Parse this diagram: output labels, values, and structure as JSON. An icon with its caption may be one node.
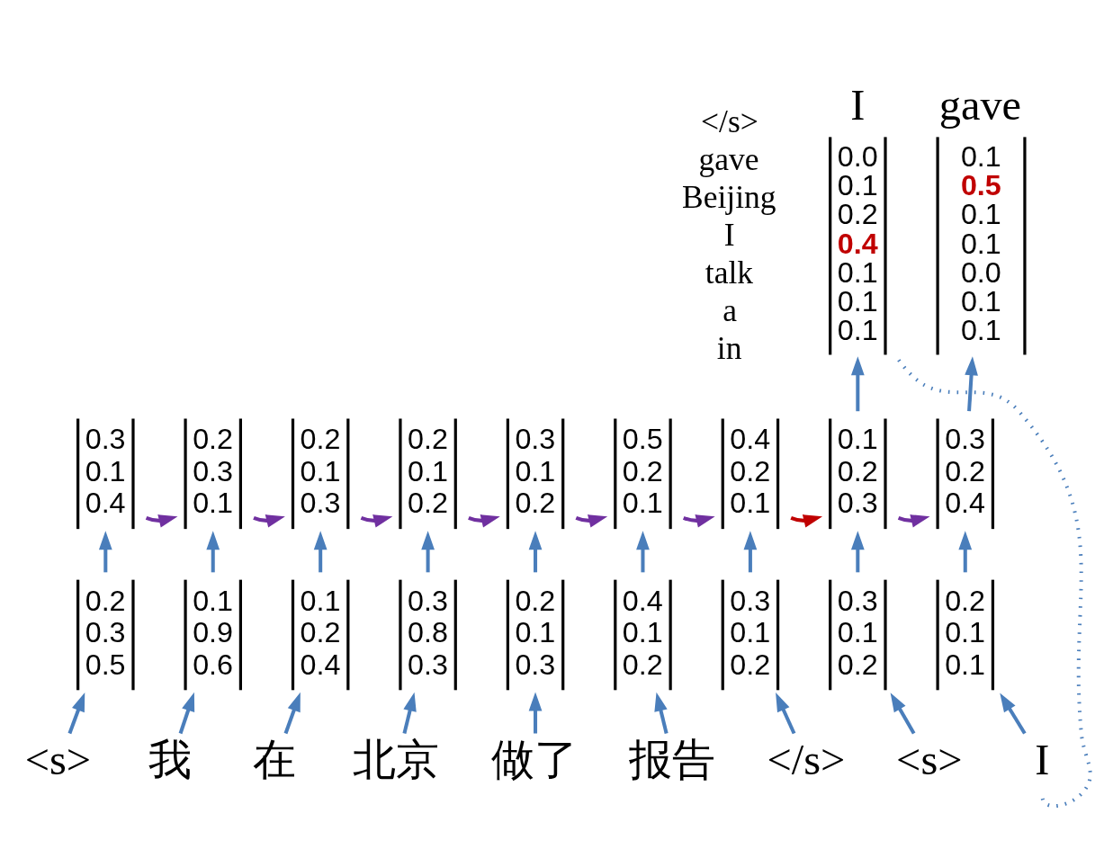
{
  "diagram": {
    "nodes": [
      {
        "text": [
          "<s>"
        ]
      },
      {
        "text": [
          "我"
        ]
      },
      {
        "text": [
          "在"
        ]
      },
      {
        "text": [
          "北京"
        ]
      },
      {
        "text": [
          "做了"
        ]
      },
      {
        "text": [
          "报告"
        ]
      },
      {
        "text": [
          "</s>"
        ]
      },
      {
        "text": [
          "<s>"
        ]
      },
      {
        "text": [
          "I"
        ]
      },
      {
        "text": [
          "0.2",
          "0.3",
          "0.5"
        ]
      },
      {
        "text": [
          "0.1",
          "0.9",
          "0.6"
        ]
      },
      {
        "text": [
          "0.1",
          "0.2",
          "0.4"
        ]
      },
      {
        "text": [
          "0.3",
          "0.8",
          "0.3"
        ]
      },
      {
        "text": [
          "0.2",
          "0.1",
          "0.3"
        ]
      },
      {
        "text": [
          "0.4",
          "0.1",
          "0.2"
        ]
      },
      {
        "text": [
          "0.3",
          "0.1",
          "0.2"
        ]
      },
      {
        "text": [
          "0.3",
          "0.1",
          "0.2"
        ]
      },
      {
        "text": [
          "0.2",
          "0.1",
          "0.1"
        ]
      },
      {
        "text": [
          "0.3",
          "0.1",
          "0.4"
        ]
      },
      {
        "text": [
          "0.2",
          "0.3",
          "0.1"
        ]
      },
      {
        "text": [
          "0.2",
          "0.1",
          "0.3"
        ]
      },
      {
        "text": [
          "0.2",
          "0.1",
          "0.2"
        ]
      },
      {
        "text": [
          "0.3",
          "0.1",
          "0.2"
        ]
      },
      {
        "text": [
          "0.5",
          "0.2",
          "0.1"
        ]
      },
      {
        "text": [
          "0.4",
          "0.2",
          "0.1"
        ]
      },
      {
        "text": [
          "0.1",
          "0.2",
          "0.3"
        ]
      },
      {
        "text": [
          "0.3",
          "0.2",
          "0.4"
        ]
      },
      {
        "text": [
          "I",
          "0.0",
          "0.1",
          "0.2",
          "0.4",
          "0.1",
          "0.1",
          "0.1"
        ]
      },
      {
        "text": [
          "gave",
          "0.1",
          "0.5",
          "0.1",
          "0.1",
          "0.0",
          "0.1",
          "0.1"
        ]
      }
    ],
    "edges": [
      {
        "from": 0,
        "to": 9,
        "arrow": "to"
      },
      {
        "from": 1,
        "to": 10,
        "arrow": "to"
      },
      {
        "from": 2,
        "to": 11,
        "arrow": "to"
      },
      {
        "from": 3,
        "to": 12,
        "arrow": "to"
      },
      {
        "from": 4,
        "to": 13,
        "arrow": "to"
      },
      {
        "from": 5,
        "to": 14,
        "arrow": "to"
      },
      {
        "from": 6,
        "to": 15,
        "arrow": "to"
      },
      {
        "from": 7,
        "to": 16,
        "arrow": "to"
      },
      {
        "from": 8,
        "to": 17,
        "arrow": "to"
      },
      {
        "from": 9,
        "to": 18,
        "arrow": "to"
      },
      {
        "from": 10,
        "to": 19,
        "arrow": "to"
      },
      {
        "from": 11,
        "to": 20,
        "arrow": "to"
      },
      {
        "from": 12,
        "to": 21,
        "arrow": "to"
      },
      {
        "from": 13,
        "to": 22,
        "arrow": "to"
      },
      {
        "from": 14,
        "to": 23,
        "arrow": "to"
      },
      {
        "from": 15,
        "to": 24,
        "arrow": "to"
      },
      {
        "from": 16,
        "to": 25,
        "arrow": "to"
      },
      {
        "from": 17,
        "to": 26,
        "arrow": "to"
      },
      {
        "from": 18,
        "to": 19,
        "arrow": "to",
        "color": "#7030a0"
      },
      {
        "from": 19,
        "to": 20,
        "arrow": "to",
        "color": "#7030a0"
      },
      {
        "from": 20,
        "to": 21,
        "arrow": "to",
        "color": "#7030a0"
      },
      {
        "from": 21,
        "to": 22,
        "arrow": "to",
        "color": "#7030a0"
      },
      {
        "from": 22,
        "to": 23,
        "arrow": "to",
        "color": "#7030a0"
      },
      {
        "from": 23,
        "to": 24,
        "arrow": "to",
        "color": "#7030a0"
      },
      {
        "from": 24,
        "to": 25,
        "arrow": "to",
        "color": "#c00000"
      },
      {
        "from": 25,
        "to": 26,
        "arrow": "to",
        "color": "#7030a0"
      },
      {
        "from": 25,
        "to": 27,
        "arrow": "to"
      },
      {
        "from": 26,
        "to": 28,
        "arrow": "to"
      },
      {
        "from": 27,
        "to": 8,
        "arrow": "none",
        "style": "dashed"
      }
    ],
    "labels": [
      "</s>",
      "gave",
      "Beijing",
      "I",
      "talk",
      "a",
      "in"
    ]
  }
}
